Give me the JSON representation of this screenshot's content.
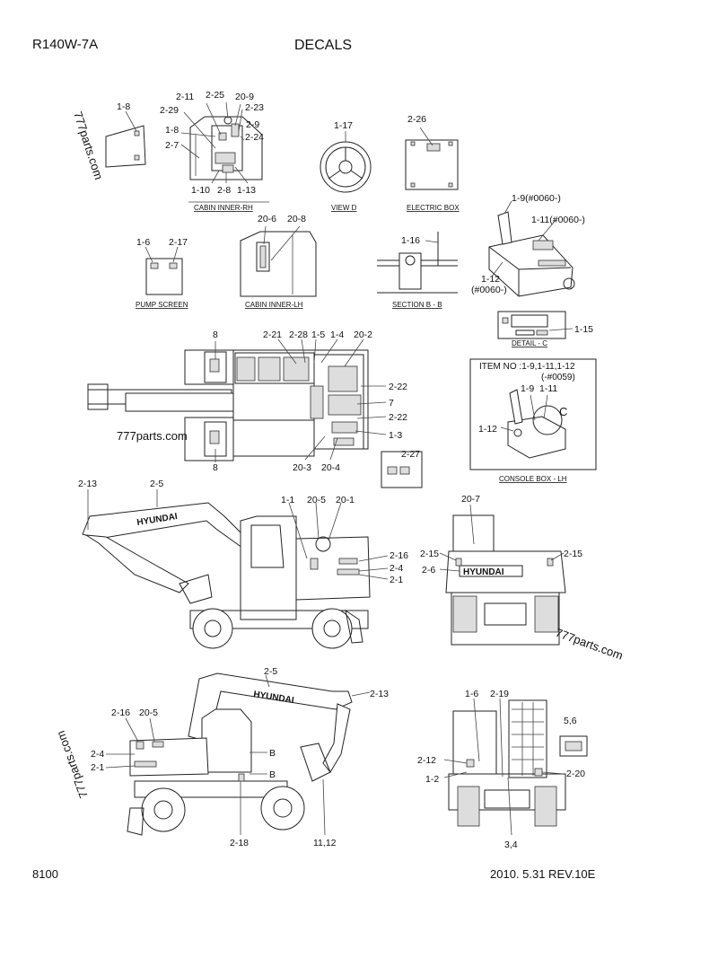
{
  "header": {
    "model": "R140W-7A",
    "title": "DECALS"
  },
  "footer": {
    "page": "8100",
    "revision": "2010. 5.31  REV.10E"
  },
  "watermarks": [
    "777parts.com",
    "777parts.com",
    "777parts.com",
    "777parts.com"
  ],
  "captions": {
    "cabin_inner_rh": "CABIN INNER-RH",
    "view_d": "VIEW  D",
    "electric_box": "ELECTRIC BOX",
    "pump_screen": "PUMP SCREEN",
    "cabin_inner_lh": "CABIN INNER-LH",
    "section_bb": "SECTION B - B",
    "detail_c": "DETAIL - C",
    "console_box_lh": "CONSOLE BOX - LH",
    "item_no": "ITEM NO :1-9,1-11,1-12",
    "item_no_sub": "(-#0059)"
  },
  "brand": "HYUNDAI",
  "labels": {
    "cab_1_8a": "1-8",
    "cab_2_11": "2-11",
    "cab_2_25": "2-25",
    "cab_20_9": "20-9",
    "cab_2_29": "2-29",
    "cab_2_23": "2-23",
    "cab_2_9": "2-9",
    "cab_1_8b": "1-8",
    "cab_2_24": "2-24",
    "cab_2_7": "2-7",
    "cab_1_10": "1-10",
    "cab_2_8": "2-8",
    "cab_1_13": "1-13",
    "view_1_17": "1-17",
    "elec_2_26": "2-26",
    "con_1_9": "1-9(#0060-)",
    "con_1_11": "1-11(#0060-)",
    "con_1_12": "1-12",
    "con_1_12b": "(#0060-)",
    "det_1_15": "1-15",
    "pump_1_6": "1-6",
    "pump_2_17": "2-17",
    "lh_20_6": "20-6",
    "lh_20_8": "20-8",
    "sec_1_16": "1-16",
    "top_8a": "8",
    "top_2_21": "2-21",
    "top_2_28": "2-28",
    "top_1_5": "1-5",
    "top_1_4": "1-4",
    "top_20_2": "20-2",
    "top_2_22a": "2-22",
    "top_7": "7",
    "top_2_22b": "2-22",
    "top_1_3": "1-3",
    "top_8b": "8",
    "top_20_3": "20-3",
    "top_20_4": "20-4",
    "top_2_27": "2-27",
    "cb_1_9": "1-9",
    "cb_1_11": "1-11",
    "cb_c": "C",
    "cb_1_12": "1-12",
    "side_2_13": "2-13",
    "side_2_5": "2-5",
    "side_1_1": "1-1",
    "side_20_5": "20-5",
    "side_20_1": "20-1",
    "side_2_16": "2-16",
    "side_2_4": "2-4",
    "side_2_1": "2-1",
    "rear_20_7": "20-7",
    "rear_2_15a": "2-15",
    "rear_2_15b": "2-15",
    "rear_2_6": "2-6",
    "lft_2_5": "2-5",
    "lft_2_13": "2-13",
    "lft_2_16": "2-16",
    "lft_20_5": "20-5",
    "lft_2_4": "2-4",
    "lft_2_1": "2-1",
    "lft_b1": "B",
    "lft_b2": "B",
    "lft_2_18": "2-18",
    "lft_11_12": "11,12",
    "fr_1_6": "1-6",
    "fr_2_19": "2-19",
    "fr_5_6": "5,6",
    "fr_2_12": "2-12",
    "fr_1_2": "1-2",
    "fr_2_20": "2-20",
    "fr_3_4": "3,4"
  }
}
